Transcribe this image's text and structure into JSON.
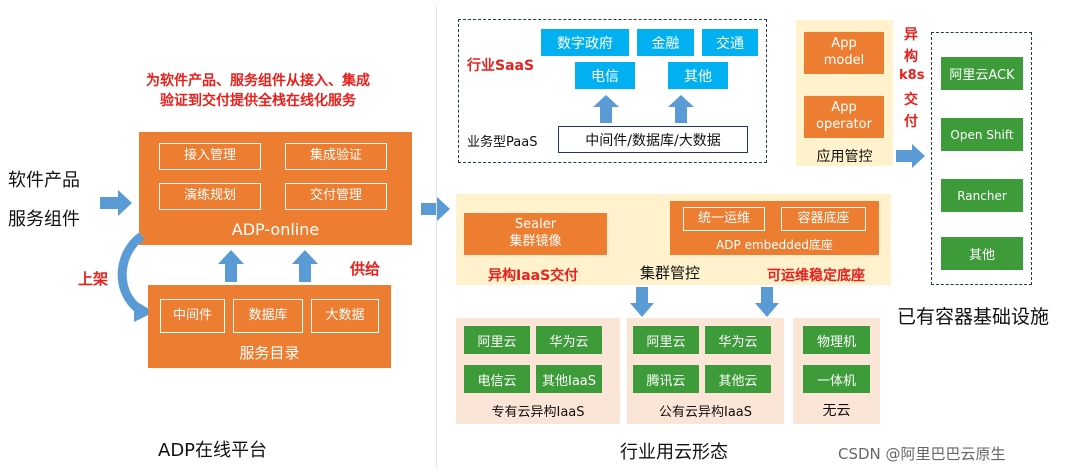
{
  "left": {
    "input_label_1": "软件产品",
    "input_label_2": "服务组件",
    "red_note_line1": "为软件产品、服务组件从接入、集成",
    "red_note_line2": "验证到交付提供全栈在线化服务",
    "adp_online": {
      "title": "ADP-online",
      "items": [
        "接入管理",
        "集成验证",
        "演练规划",
        "交付管理"
      ]
    },
    "shelf_label": "上架",
    "supply_label": "供给",
    "catalog": {
      "title": "服务目录",
      "items": [
        "中间件",
        "数据库",
        "大数据"
      ]
    },
    "caption": "ADP在线平台"
  },
  "right": {
    "saas": {
      "label": "行业SaaS",
      "row1": [
        "数字政府",
        "金融",
        "交通"
      ],
      "row2": [
        "电信",
        "其他"
      ]
    },
    "paas": {
      "label": "业务型PaaS",
      "box": "中间件/数据库/大数据"
    },
    "app_mgmt": {
      "items": [
        [
          "App",
          "model"
        ],
        [
          "App",
          "operator"
        ]
      ],
      "title": "应用管控"
    },
    "hetero_k8s": [
      "异",
      "构",
      "k8s",
      "交",
      "付"
    ],
    "k8s_platforms": [
      "阿里云ACK",
      "Open Shift",
      "Rancher",
      "其他"
    ],
    "existing_infra": "已有容器基础设施",
    "cluster": {
      "sealer_line1": "Sealer",
      "sealer_line2": "集群镜像",
      "embedded_items": [
        "统一运维",
        "容器底座"
      ],
      "embedded_title": "ADP embedded底座",
      "title": "集群管控",
      "iaas_delivery": "异构IaaS交付",
      "stable_base": "可运维稳定底座"
    },
    "private_cloud": {
      "items": [
        "阿里云",
        "华为云",
        "电信云",
        "其他IaaS"
      ],
      "title": "专有云异构IaaS"
    },
    "public_cloud": {
      "items": [
        "阿里云",
        "华为云",
        "腾讯云",
        "其他云"
      ],
      "title": "公有云异构IaaS"
    },
    "no_cloud": {
      "items": [
        "物理机",
        "一体机"
      ],
      "title": "无云"
    },
    "caption": "行业用云形态"
  },
  "watermark": "CSDN @阿里巴巴云原生",
  "colors": {
    "orange": "#ED7D31",
    "light_orange": "#FBE5D6",
    "yellow": "#FFF2CC",
    "blue": "#00B0F0",
    "arrow_blue": "#5B9BD5",
    "green": "#3E9B3A",
    "red": "#E8211C"
  }
}
